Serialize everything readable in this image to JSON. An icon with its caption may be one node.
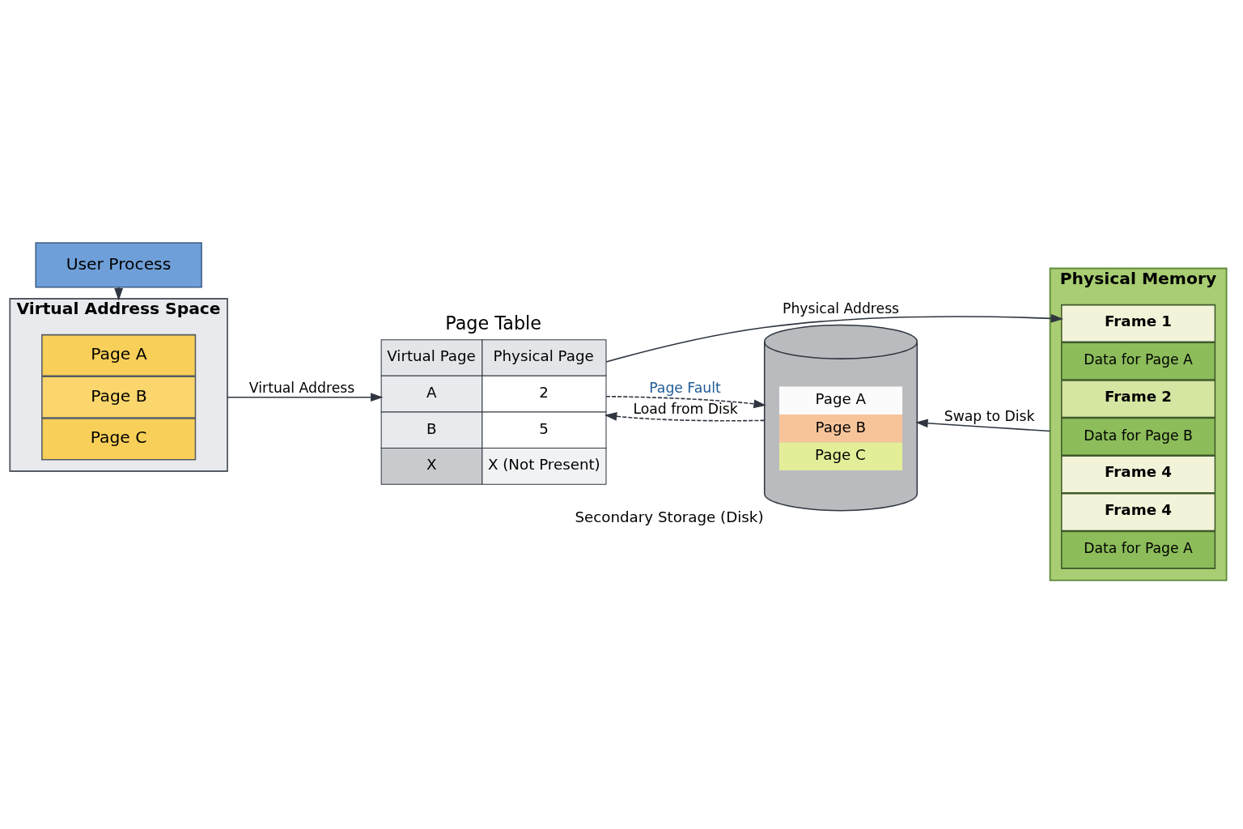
{
  "diagram": {
    "nodes": [
      {
        "text": [
          "User Process"
        ]
      },
      {
        "text": [
          "Virtual Address Space"
        ]
      },
      {
        "text": [
          "Page A"
        ],
        "in": 1
      },
      {
        "text": [
          "Page B"
        ],
        "in": 1
      },
      {
        "text": [
          "Page C"
        ],
        "in": 1
      },
      {
        "text": [
          "Page Table",
          "Virtual Page",
          "Physical Page",
          "A",
          "2",
          "B",
          "5",
          "X",
          "X (Not Present)"
        ]
      },
      {
        "text": [
          "Physical Memory"
        ]
      },
      {
        "text": [
          "Frame 1"
        ],
        "in": 6
      },
      {
        "text": [
          "Data for Page A"
        ],
        "in": 6
      },
      {
        "text": [
          "Frame 2"
        ],
        "in": 6
      },
      {
        "text": [
          "Data for Page B"
        ],
        "in": 6
      },
      {
        "text": [
          "Frame 4"
        ],
        "in": 6
      },
      {
        "text": [
          "Frame 4"
        ],
        "in": 6
      },
      {
        "text": [
          "Data for Page A"
        ],
        "in": 6
      },
      {
        "text": [
          "Page A",
          "Page B",
          "Page C"
        ],
        "beside": [
          "Secondary Storage (Disk)"
        ]
      }
    ],
    "edges": [
      {
        "from": 0,
        "to": 1,
        "arrow": "to"
      },
      {
        "from": 1,
        "to": 5,
        "arrow": "to",
        "label": "Virtual Address"
      },
      {
        "from": 5,
        "to": 7,
        "arrow": "to",
        "label": "Physical Address"
      },
      {
        "from": 5,
        "to": 14,
        "arrow": "to",
        "label": "Page Fault",
        "style": "dashed"
      },
      {
        "from": 14,
        "to": 5,
        "arrow": "to",
        "label": "Load from Disk",
        "style": "dashed"
      },
      {
        "from": 6,
        "to": 14,
        "arrow": "to",
        "label": "Swap to Disk"
      }
    ]
  }
}
